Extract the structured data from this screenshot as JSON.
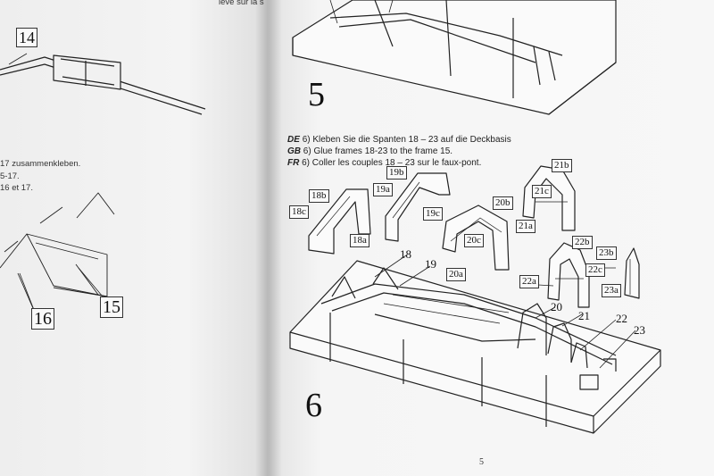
{
  "left_page": {
    "part_labels": {
      "p14": "14",
      "p16": "16",
      "p15": "15"
    },
    "text_fragments": {
      "top": "ieve sur la s",
      "line1": "17 zusammenkleben.",
      "line2": "5-17.",
      "line3": "16 et 17."
    }
  },
  "right_page": {
    "step5": "5",
    "step6": "6",
    "instructions": [
      {
        "lang": "DE",
        "text": "6) Kleben Sie die Spanten 18 – 23 auf die Deckbasis"
      },
      {
        "lang": "GB",
        "text": "6) Glue frames 18-23 to the frame 15."
      },
      {
        "lang": "FR",
        "text": "6) Coller les couples 18 – 23 sur le faux-pont."
      }
    ],
    "frame_labels": {
      "l18b": "18b",
      "l18c": "18c",
      "l18a": "18a",
      "l19b": "19b",
      "l19a": "19a",
      "l19c": "19c",
      "l20b": "20b",
      "l20c": "20c",
      "l20a": "20a",
      "l21b": "21b",
      "l21c": "21c",
      "l21a": "21a",
      "l22b": "22b",
      "l22c": "22c",
      "l22a": "22a",
      "l23b": "23b",
      "l23a": "23a",
      "n18": "18",
      "n19": "19",
      "n20": "20",
      "n21": "21",
      "n22": "22",
      "n23": "23"
    },
    "page_number": "5"
  }
}
